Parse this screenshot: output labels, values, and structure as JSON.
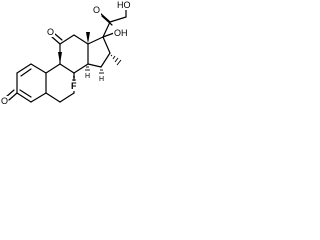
{
  "molecule": {
    "atoms": {
      "oxygen_ketone_left": "O",
      "oxygen_ketone_c11": "O",
      "oxygen_ketone_c20": "O",
      "hydroxyl_top": "HO",
      "hydroxyl_c17": "OH",
      "fluorine": "F",
      "hydrogen_c8": "H",
      "hydrogen_c14": "H"
    }
  }
}
